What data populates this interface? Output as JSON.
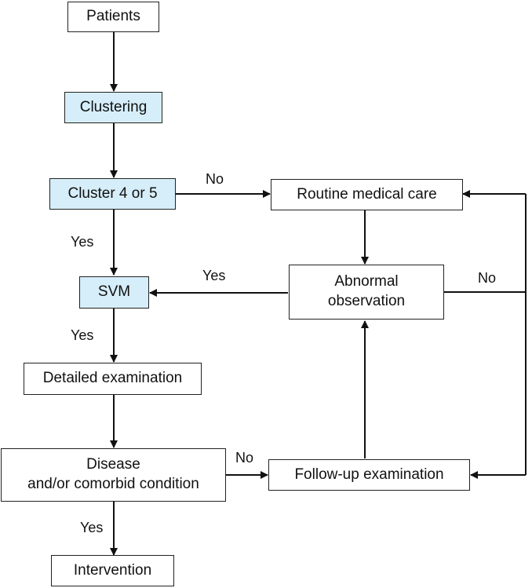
{
  "nodes": {
    "patients": "Patients",
    "clustering": "Clustering",
    "cluster_check": "Cluster 4 or 5",
    "svm": "SVM",
    "detailed_exam": "Detailed examination",
    "disease": "Disease\nand/or comorbid condition",
    "intervention": "Intervention",
    "routine_care": "Routine medical care",
    "abnormal": "Abnormal\nobservation",
    "follow_up": "Follow-up examination"
  },
  "edge_labels": {
    "cluster_no": "No",
    "cluster_yes": "Yes",
    "abnormal_yes": "Yes",
    "abnormal_no": "No",
    "svm_yes": "Yes",
    "disease_no": "No",
    "disease_yes": "Yes"
  },
  "colors": {
    "highlight_fill": "#d6eef9",
    "box_stroke": "#222222",
    "line": "#111111"
  }
}
